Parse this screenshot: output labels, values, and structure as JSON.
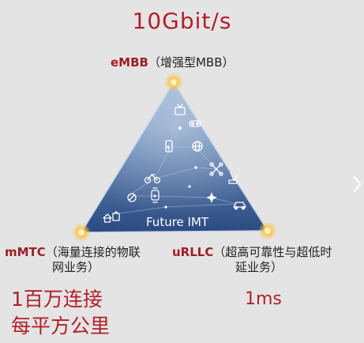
{
  "top": {
    "metric": "10Gbit/s",
    "abbr": "eMBB",
    "desc": "（增强型MBB）"
  },
  "left": {
    "abbr": "mMTC",
    "desc_line1": "（海量连接的物联",
    "desc_line2": "网业务）",
    "metric_line1": "1百万连接",
    "metric_line2": "每平方公里"
  },
  "right": {
    "abbr": "uRLLC",
    "desc_line1": "（超高可靠性与超低时",
    "desc_line2": "延业务）",
    "metric": "1ms"
  },
  "center": {
    "label": "Future IMT"
  },
  "icons": [
    "tv-icon",
    "vr-glasses-icon",
    "smartphone-icon",
    "globe-icon",
    "drone-icon",
    "bicycle-icon",
    "smartwatch-icon",
    "industrial-robot-icon",
    "ban-icon",
    "car-icon",
    "shopping-bag-icon",
    "home-icon",
    "star-icon"
  ],
  "colors": {
    "accent_red": "#b0202a",
    "triangle_top": "#86a4c8",
    "triangle_bottom": "#2b4f86",
    "node_glow": "#ffc44a"
  }
}
